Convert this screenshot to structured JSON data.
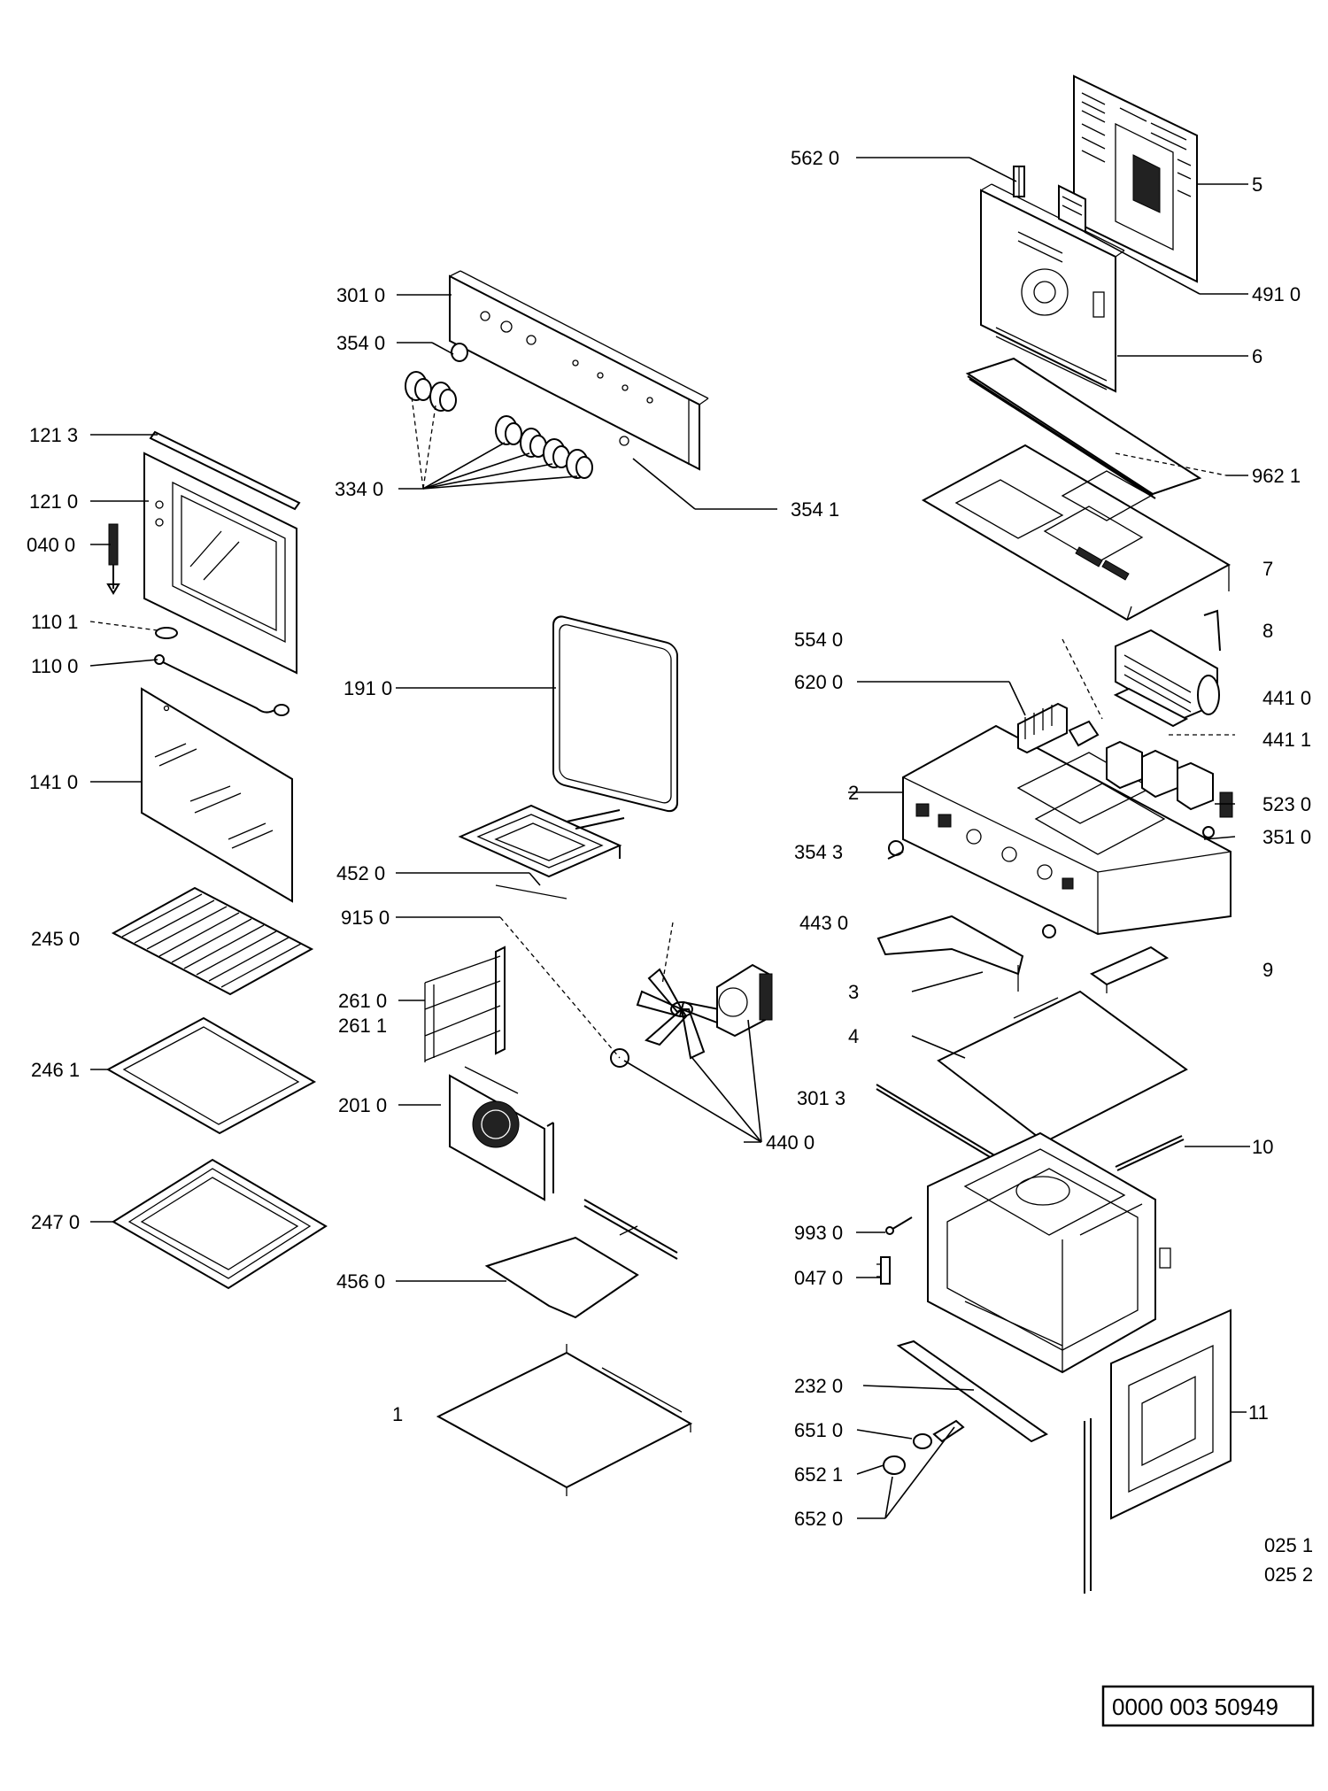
{
  "labels": {
    "l5620": "562 0",
    "l5": "5",
    "l4910": "491 0",
    "l6": "6",
    "l3010": "301 0",
    "l3540": "354 0",
    "l3340": "334 0",
    "l3541": "354 1",
    "l1213": "121 3",
    "l1210": "121 0",
    "l0400": "040 0",
    "l1101": "110 1",
    "l1100": "110 0",
    "l9621": "962 1",
    "l7": "7",
    "l8": "8",
    "l5540": "554 0",
    "l6200": "620 0",
    "l4410": "441 0",
    "l4411": "441 1",
    "l1910": "191 0",
    "l1410": "141 0",
    "l2": "2",
    "l5230": "523 0",
    "l3510": "351 0",
    "l3543": "354 3",
    "l4520": "452 0",
    "l9150": "915 0",
    "l4430": "443 0",
    "l2450": "245 0",
    "l3": "3",
    "l9": "9",
    "l2610": "261 0",
    "l2611": "261 1",
    "l4": "4",
    "l2461": "246 1",
    "l2010": "201 0",
    "l3013": "301 3",
    "l4400": "440 0",
    "l10": "10",
    "l2470": "247 0",
    "l9930": "993 0",
    "l4560": "456 0",
    "l0470": "047 0",
    "l1": "1",
    "l2320": "232 0",
    "l11": "11",
    "l6510": "651 0",
    "l6521": "652 1",
    "l6520": "652 0",
    "l0251": "025 1",
    "l0252": "025 2"
  },
  "reference_number": "0000 003 50949"
}
